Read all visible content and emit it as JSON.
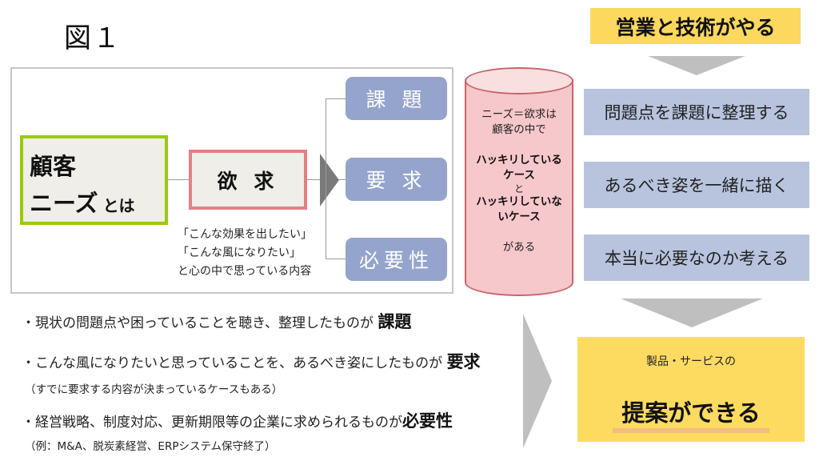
{
  "figure_label": "図１",
  "colors": {
    "needs_border": "#99cc00",
    "desire_border": "#e57f85",
    "category_fill": "#94a4cc",
    "cylinder_fill": "#f6c8cb",
    "banner_fill": "#fcd85e",
    "step_fill": "#b8c4de",
    "arrow_gray": "#bfbfbf"
  },
  "diagram": {
    "needs_title_line1": "顧客",
    "needs_title_line2": "ニーズ",
    "needs_title_suffix": "とは",
    "desire_label": "欲 求",
    "desire_notes": [
      "「こんな効果を出したい」",
      "「こんな風になりたい」",
      "と心の中で思っている内容"
    ],
    "categories": [
      "課 題",
      "要 求",
      "必要性"
    ]
  },
  "cylinder": {
    "line1": "ニーズ＝欲求は",
    "line2": "顧客の中で",
    "bold1a": "ハッキリしている",
    "bold1b": "ケース",
    "and": "と",
    "bold2a": "ハッキリしていな",
    "bold2b": "いケース",
    "tail": "がある"
  },
  "flow": {
    "banner": "営業と技術がやる",
    "steps": [
      "問題点を課題に整理する",
      "あるべき姿を一緒に描く",
      "本当に必要なのか考える"
    ],
    "result_sub": "製品・サービスの",
    "result_main": "提案ができる"
  },
  "bullets": [
    {
      "text": "・現状の問題点や困っていることを聴き、整理したものが ",
      "keyword": "課題",
      "note": ""
    },
    {
      "text": "・こんな風になりたいと思っていることを、あるべき姿にしたものが ",
      "keyword": "要求",
      "note": "（すでに要求する内容が決まっているケースもある）"
    },
    {
      "text": "・経営戦略、制度対応、更新期限等の企業に求められるものが",
      "keyword": "必要性",
      "note": "（例：M&A、脱炭素経営、ERPシステム保守終了）"
    }
  ]
}
